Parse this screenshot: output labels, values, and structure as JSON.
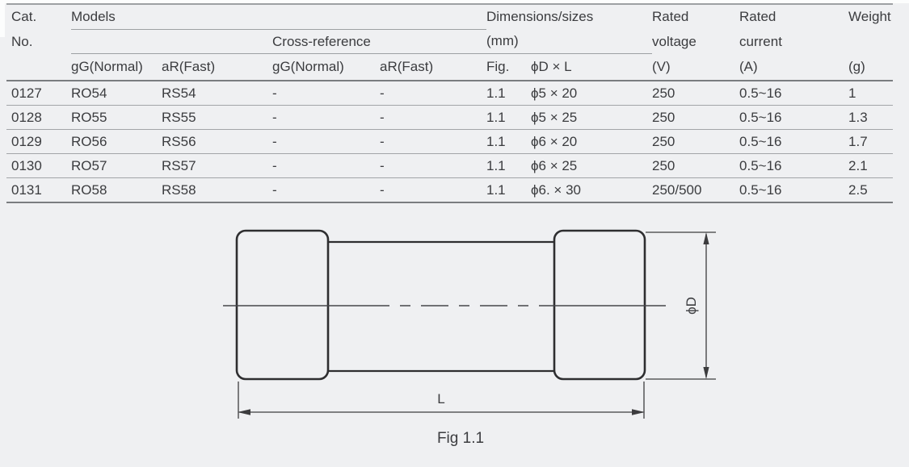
{
  "colors": {
    "background": "#eff0f2",
    "text": "#3b3c3f",
    "rule_light": "#9da0a3",
    "rule_dark": "#7a7d80",
    "drawing_stroke": "#2e2e30",
    "dimension_stroke": "#3c3c3e"
  },
  "table": {
    "header": {
      "cat": "Cat.",
      "no": "No.",
      "models": "Models",
      "cross_reference": "Cross-reference",
      "sub_gg_normal": "gG(Normal)",
      "sub_ar_fast": "aR(Fast)",
      "sub_cross_gg": "gG(Normal)",
      "sub_cross_ar": "aR(Fast)",
      "dimensions": "Dimensions/sizes",
      "dimensions_unit": "(mm)",
      "fig": "Fig.",
      "d_x_l": "ϕD × L",
      "rated_v": "Rated",
      "voltage": "voltage",
      "voltage_unit": "(V)",
      "rated_a": "Rated",
      "current": "current",
      "current_unit": "(A)",
      "weight": "Weight",
      "weight_unit": "(g)"
    },
    "rows": [
      {
        "cat": "0127",
        "gg": "RO54",
        "ar": "RS54",
        "cgg": "-",
        "car": "-",
        "fig": "1.1",
        "dl": "ϕ5 × 20",
        "v": "250",
        "a": "0.5~16",
        "w": "1"
      },
      {
        "cat": "0128",
        "gg": "RO55",
        "ar": "RS55",
        "cgg": "-",
        "car": "-",
        "fig": "1.1",
        "dl": "ϕ5 × 25",
        "v": "250",
        "a": "0.5~16",
        "w": "1.3"
      },
      {
        "cat": "0129",
        "gg": "RO56",
        "ar": "RS56",
        "cgg": "-",
        "car": "-",
        "fig": "1.1",
        "dl": "ϕ6 × 20",
        "v": "250",
        "a": "0.5~16",
        "w": "1.7"
      },
      {
        "cat": "0130",
        "gg": "RO57",
        "ar": "RS57",
        "cgg": "-",
        "car": "-",
        "fig": "1.1",
        "dl": "ϕ6 × 25",
        "v": "250",
        "a": "0.5~16",
        "w": "2.1"
      },
      {
        "cat": "0131",
        "gg": "RO58",
        "ar": "RS58",
        "cgg": "-",
        "car": "-",
        "fig": "1.1",
        "dl": "ϕ6. × 30",
        "v": "250/500",
        "a": "0.5~16",
        "w": "2.5"
      }
    ]
  },
  "diagram": {
    "label_diameter": "ϕD",
    "label_length": "L",
    "caption": "Fig 1.1"
  }
}
